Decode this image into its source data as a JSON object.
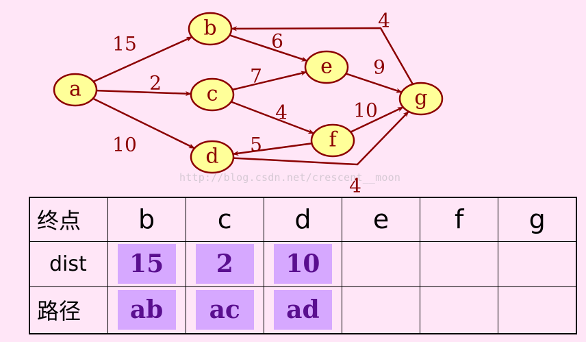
{
  "graph": {
    "nodes": [
      {
        "id": "a",
        "label": "a"
      },
      {
        "id": "b",
        "label": "b"
      },
      {
        "id": "c",
        "label": "c"
      },
      {
        "id": "d",
        "label": "d"
      },
      {
        "id": "e",
        "label": "e"
      },
      {
        "id": "f",
        "label": "f"
      },
      {
        "id": "g",
        "label": "g"
      }
    ],
    "edges": [
      {
        "from": "a",
        "to": "b",
        "weight": "15"
      },
      {
        "from": "a",
        "to": "c",
        "weight": "2"
      },
      {
        "from": "a",
        "to": "d",
        "weight": "10"
      },
      {
        "from": "b",
        "to": "e",
        "weight": "6"
      },
      {
        "from": "c",
        "to": "e",
        "weight": "7"
      },
      {
        "from": "c",
        "to": "f",
        "weight": "4"
      },
      {
        "from": "e",
        "to": "g",
        "weight": "9"
      },
      {
        "from": "f",
        "to": "g",
        "weight": "10"
      },
      {
        "from": "f",
        "to": "d",
        "weight": "5"
      },
      {
        "from": "g",
        "to": "b",
        "weight": "4"
      },
      {
        "from": "d",
        "to": "g",
        "weight": "4"
      }
    ],
    "colors": {
      "node_fill": "#ffff99",
      "node_stroke": "#8b0000",
      "edge": "#8b0000"
    }
  },
  "watermark": "http://blog.csdn.net/crescent__moon",
  "table": {
    "header_label": "终点",
    "columns": [
      "b",
      "c",
      "d",
      "e",
      "f",
      "g"
    ],
    "dist_label": "dist",
    "dist": [
      "15",
      "2",
      "10",
      "",
      "",
      ""
    ],
    "path_label": "路径",
    "paths": [
      "ab",
      "ac",
      "ad",
      "",
      "",
      ""
    ],
    "chip_color": "#d6a8ff",
    "chip_text_color": "#5a0f8f"
  }
}
